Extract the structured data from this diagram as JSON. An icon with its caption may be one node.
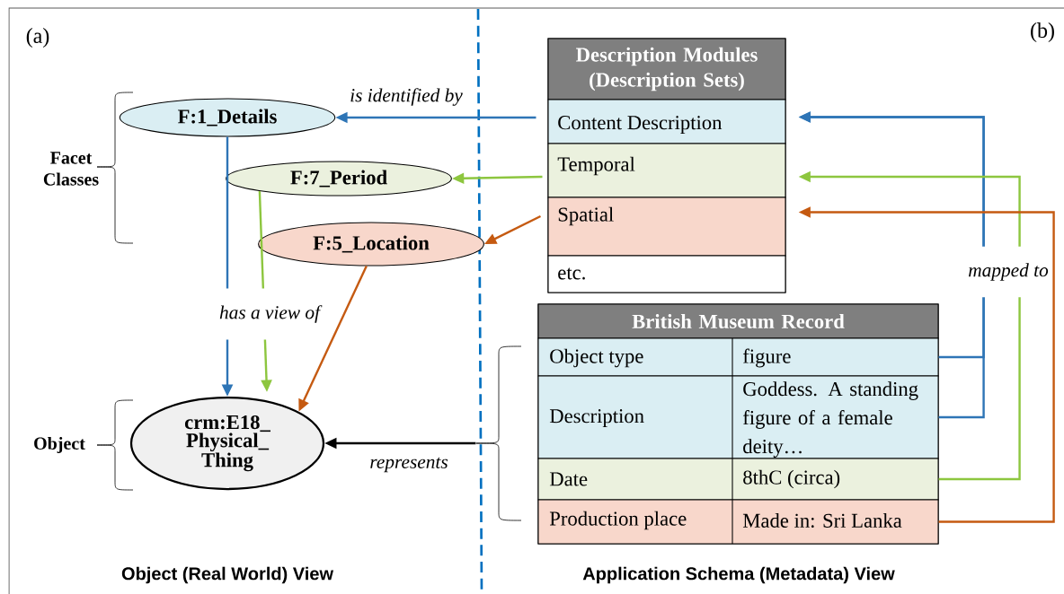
{
  "diagram": {
    "nodes": [
      {
        "text": [
          "F:1_Details"
        ]
      },
      {
        "text": [
          "F:7_Period"
        ]
      },
      {
        "text": [
          "F:5_Location"
        ]
      },
      {
        "text": [
          "crm:E18_ Physical_ Thing"
        ]
      },
      {
        "text": [
          "Description Modules (Description Sets)"
        ]
      },
      {
        "text": [
          "Content Description"
        ],
        "in": 4
      },
      {
        "text": [
          "Temporal"
        ],
        "in": 4
      },
      {
        "text": [
          "Spatial"
        ],
        "in": 4
      },
      {
        "text": [
          "etc."
        ],
        "in": 4
      },
      {
        "text": [
          "British Museum Record"
        ]
      },
      {
        "text": [
          "Object type",
          "figure"
        ],
        "in": 9
      },
      {
        "text": [
          "Description",
          "Goddess. A standing figure of a female deity…"
        ],
        "in": 9
      },
      {
        "text": [
          "Date",
          "8thC (circa)"
        ],
        "in": 9
      },
      {
        "text": [
          "Production place",
          "Made in: Sri Lanka"
        ],
        "in": 9
      }
    ],
    "edges": [
      {
        "from": 5,
        "to": 0,
        "arrow": "to",
        "label": "is identified by",
        "color": "#2e75b6"
      },
      {
        "from": 6,
        "to": 1,
        "arrow": "to",
        "color": "#8dc63f"
      },
      {
        "from": 7,
        "to": 2,
        "arrow": "to",
        "color": "#c55a11"
      },
      {
        "from": 0,
        "to": 3,
        "arrow": "to",
        "color": "#2e75b6"
      },
      {
        "from": 1,
        "to": 3,
        "arrow": "to",
        "label": "has a view of",
        "color": "#8dc63f"
      },
      {
        "from": 2,
        "to": 3,
        "arrow": "to",
        "color": "#c55a11"
      },
      {
        "from": 9,
        "to": 3,
        "arrow": "to",
        "label": "represents",
        "color": "#000000"
      },
      {
        "from": 10,
        "to": 5,
        "arrow": "to",
        "color": "#2e75b6"
      },
      {
        "from": 11,
        "to": 5,
        "arrow": "to",
        "color": "#2e75b6"
      },
      {
        "from": 12,
        "to": 6,
        "arrow": "to",
        "label": "mapped to",
        "color": "#8dc63f"
      },
      {
        "from": 13,
        "to": 7,
        "arrow": "to",
        "color": "#c55a11"
      }
    ],
    "labels": [
      "(a)",
      "(b)",
      "Facet Classes",
      "Object",
      "Object (Real World) View",
      "Application Schema (Metadata) View"
    ]
  }
}
